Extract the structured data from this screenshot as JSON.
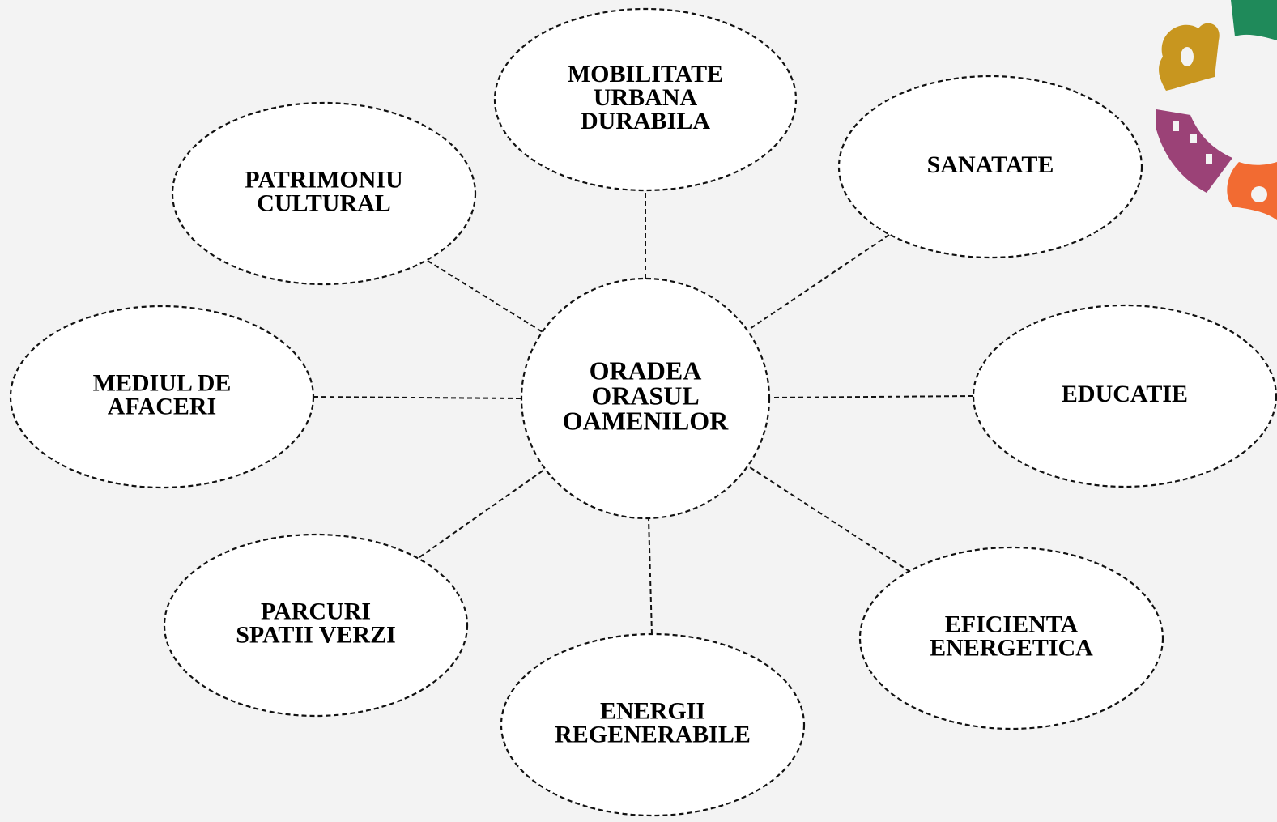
{
  "center": {
    "lines": [
      "ORADEA",
      "ORASUL",
      "OAMENILOR"
    ]
  },
  "nodes": [
    {
      "id": "mobilitate",
      "lines": [
        "MOBILITATE",
        "URBANA",
        "DURABILA"
      ]
    },
    {
      "id": "sanatate",
      "lines": [
        "SANATATE"
      ]
    },
    {
      "id": "educatie",
      "lines": [
        "EDUCATIE"
      ]
    },
    {
      "id": "eficienta",
      "lines": [
        "EFICIENTA",
        "ENERGETICA"
      ]
    },
    {
      "id": "energii",
      "lines": [
        "ENERGII",
        "REGENERABILE"
      ]
    },
    {
      "id": "parcuri",
      "lines": [
        "PARCURI",
        "SPATII VERZI"
      ]
    },
    {
      "id": "mediul",
      "lines": [
        "MEDIUL DE",
        "AFACERI"
      ]
    },
    {
      "id": "patrimoniu",
      "lines": [
        "PATRIMONIU",
        "CULTURAL"
      ]
    }
  ],
  "logo": {
    "colors": [
      "#c8961f",
      "#1f8a5a",
      "#9b4277",
      "#f26b32"
    ]
  }
}
